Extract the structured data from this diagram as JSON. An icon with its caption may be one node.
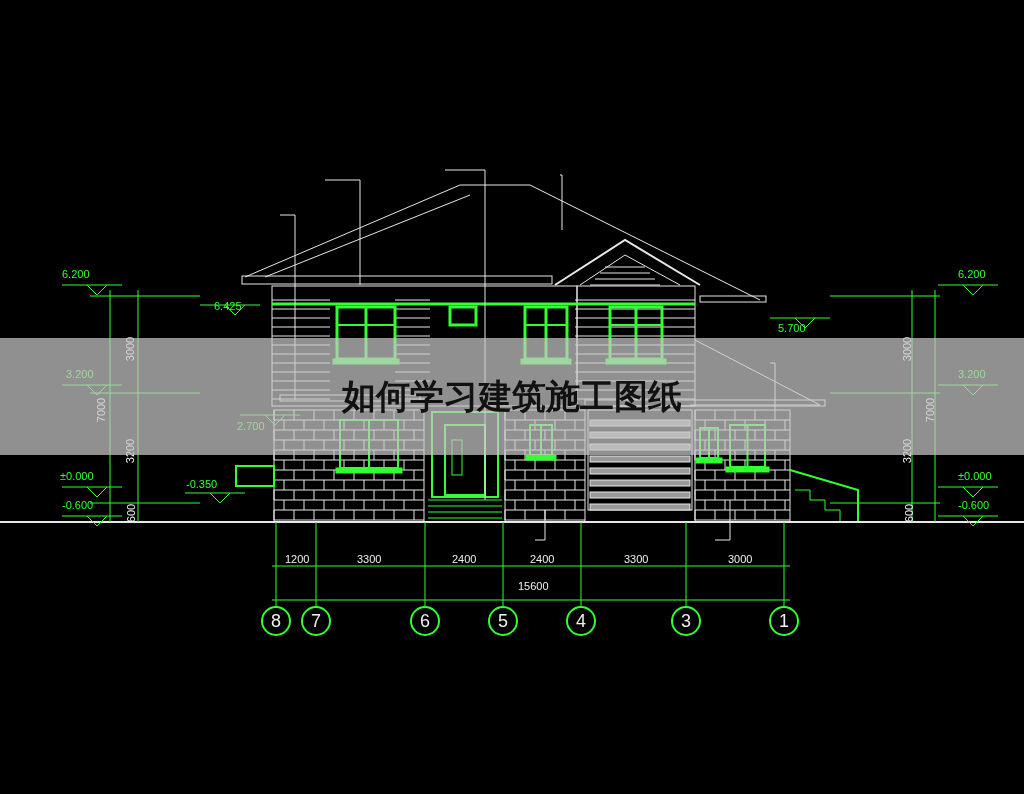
{
  "diagram": {
    "title": "如何学习建筑施工图纸",
    "labels": [
      "6.200",
      "6.200",
      "6.425",
      "5.700",
      "3000",
      "3000",
      "3.200",
      "3.200",
      "7000",
      "7000",
      "2.700",
      "3200",
      "3200",
      "-0.350",
      "±0.000",
      "±0.000",
      "-0.600",
      "-0.600",
      "600",
      "600",
      "1200",
      "3300",
      "2400",
      "2400",
      "3300",
      "3000",
      "15600",
      "8",
      "7",
      "6",
      "5",
      "4",
      "3",
      "1"
    ]
  }
}
